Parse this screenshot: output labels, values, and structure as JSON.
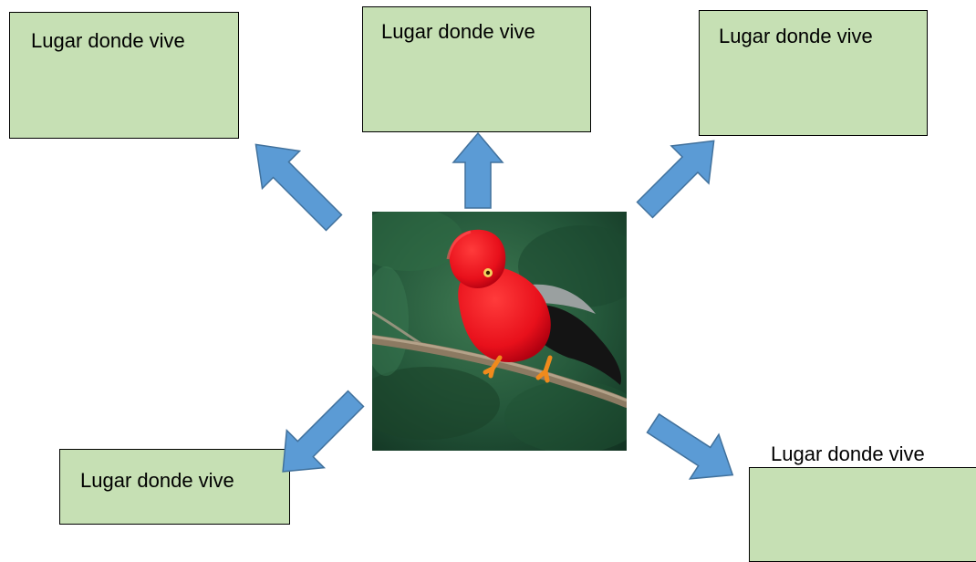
{
  "colors": {
    "box_fill": "#c6e0b4",
    "box_border": "#000000",
    "arrow_fill": "#5b9bd5",
    "arrow_stroke": "#41719c"
  },
  "boxes": [
    {
      "label": "Lugar donde vive"
    },
    {
      "label": "Lugar donde vive"
    },
    {
      "label": "Lugar donde vive"
    },
    {
      "label": "Lugar donde vive"
    },
    {
      "label": "Lugar donde vive"
    }
  ],
  "center_image": {
    "icon": "red-bird-on-branch-photo"
  },
  "arrows": [
    {
      "icon": "arrow-up-left-icon"
    },
    {
      "icon": "arrow-up-icon"
    },
    {
      "icon": "arrow-up-right-icon"
    },
    {
      "icon": "arrow-down-left-icon"
    },
    {
      "icon": "arrow-down-right-icon"
    }
  ]
}
